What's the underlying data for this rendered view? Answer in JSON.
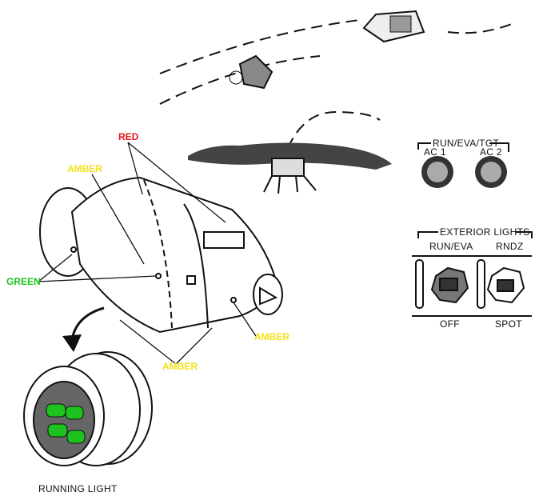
{
  "colors": {
    "red": "#e8141b",
    "amber": "#f2e21c",
    "green": "#1ec21e",
    "line": "#111111"
  },
  "callouts": {
    "red": "RED",
    "amber_top": "AMBER",
    "green": "GREEN",
    "amber_right": "AMBER",
    "amber_bottom": "AMBER"
  },
  "running_light_caption": "RUNNING LIGHT",
  "panel": {
    "group1_title": "RUN/EVA/TGT",
    "ac1": "AC 1",
    "ac2": "AC 2",
    "group2_title": "EXTERIOR LIGHTS",
    "run_eva": "RUN/EVA",
    "rndz": "RNDZ",
    "off": "OFF",
    "spot": "SPOT"
  }
}
